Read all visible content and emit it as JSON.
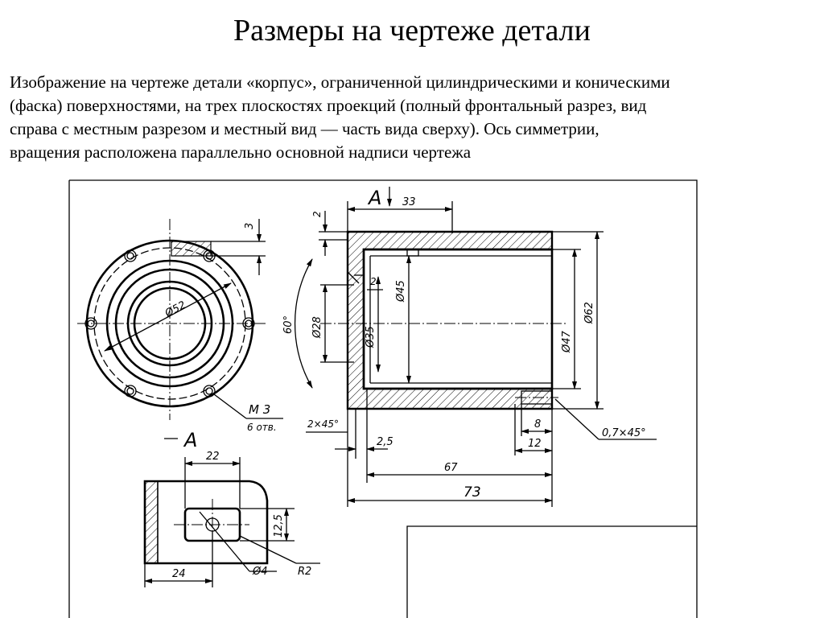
{
  "page": {
    "title": "Размеры на чертеже детали",
    "description_lines": [
      "Изображение на чертеже детали «корпус», ограниченной цилиндрическими и коническими",
      "(фаска) поверхностями, на трех плоскостях проекций (полный фронтальный разрез, вид",
      "справа с местным разрезом и местный вид — часть вида сверху). Ось симметрии,",
      "вращения расположена параллельно основной надписи чертежа"
    ]
  },
  "drawing": {
    "view_label_top": "А",
    "view_label_local": "А",
    "dims": {
      "d33": "33",
      "d2_top": "2",
      "d3": "3",
      "d52": "Ø52",
      "angle60": "60°",
      "d2_small": "2",
      "d28": "Ø28",
      "d35": "Ø35",
      "d45": "Ø45",
      "d47": "Ø47",
      "d62": "Ø62",
      "chamfer_left": "2×45°",
      "d2_5": "2,5",
      "d8": "8",
      "d12": "12",
      "d67": "67",
      "d73": "73",
      "chamfer_right": "0,7×45°",
      "thread": "М 3",
      "thread_count": "6 отв.",
      "d22": "22",
      "d24": "24",
      "d12_5": "12,5",
      "hole4": "Ø4",
      "radius": "R2"
    }
  }
}
